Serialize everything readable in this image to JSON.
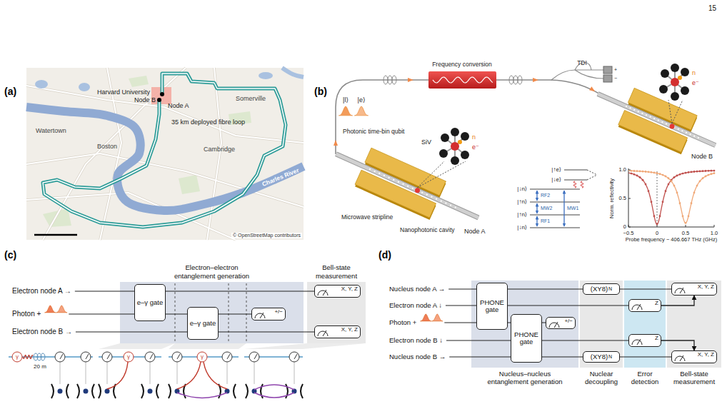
{
  "diagram": {
    "nodes": [
      {
        "text": [
          "Electron–electron entanglement generation"
        ]
      },
      {
        "text": [
          "e–γ gate"
        ],
        "in": 0
      },
      {
        "text": [
          "e–γ gate"
        ],
        "in": 0
      },
      {
        "text": [
          "+/−"
        ],
        "in": 0
      },
      {
        "text": [
          "Bell-state measurement"
        ]
      },
      {
        "text": [
          "X, Y, Z"
        ],
        "in": 4
      },
      {
        "text": [
          "X, Y, Z"
        ],
        "in": 4
      },
      {
        "text": [
          "Nucleus–nucleus entanglement generation"
        ]
      },
      {
        "text": [
          "PHONE gate"
        ],
        "in": 7
      },
      {
        "text": [
          "PHONE gate"
        ],
        "in": 7
      },
      {
        "text": [
          "+/−"
        ],
        "in": 7
      },
      {
        "text": [
          "Nuclear decoupling"
        ]
      },
      {
        "text": [
          "(XY8)",
          "N"
        ],
        "in": 11
      },
      {
        "text": [
          "(XY8)",
          "N"
        ],
        "in": 11
      },
      {
        "text": [
          "Error detection"
        ]
      },
      {
        "text": [
          "Z"
        ],
        "in": 14
      },
      {
        "text": [
          "Z"
        ],
        "in": 14
      },
      {
        "text": [
          "Bell-state measurement"
        ]
      },
      {
        "text": [
          "X, Y, Z"
        ],
        "in": 17
      },
      {
        "text": [
          "X, Y, Z"
        ],
        "in": 17
      }
    ],
    "edges": [
      {
        "from": 1,
        "to": 2,
        "arrow": "none"
      },
      {
        "from": 2,
        "to": 3,
        "arrow": "none"
      },
      {
        "from": 1,
        "to": 5,
        "arrow": "none"
      },
      {
        "from": 2,
        "to": 6,
        "arrow": "none"
      },
      {
        "from": 8,
        "to": 9,
        "arrow": "none"
      },
      {
        "from": 9,
        "to": 10,
        "arrow": "none"
      },
      {
        "from": 8,
        "to": 12,
        "arrow": "none"
      },
      {
        "from": 12,
        "to": 18,
        "arrow": "none"
      },
      {
        "from": 8,
        "to": 15,
        "arrow": "none"
      },
      {
        "from": 9,
        "to": 16,
        "arrow": "none"
      },
      {
        "from": 9,
        "to": 13,
        "arrow": "none"
      },
      {
        "from": 13,
        "to": 19,
        "arrow": "none"
      },
      {
        "from": 15,
        "to": 18,
        "arrow": "to"
      },
      {
        "from": 16,
        "to": 19,
        "arrow": "to"
      }
    ],
    "labels": [
      "15",
      "(a)",
      "Harvard University",
      "Node B",
      "Node A",
      "35 km deployed fibre loop",
      "Somerville",
      "Watertown",
      "Boston",
      "Cambridge",
      "Charles River",
      "© OpenStreetMap contributors",
      "(b)",
      "Frequency conversion",
      "TDI",
      "e⁻",
      "n",
      "|l⟩",
      "|e⟩",
      "Photonic time-bin qubit",
      "SiV",
      "e⁻",
      "n",
      "Microwave stripline",
      "Nanophotonic cavity",
      "Node A",
      "Node B",
      "|↑e⟩",
      "|↓e⟩",
      "|↓n⟩",
      "RF2",
      "|↑n⟩",
      "MW2",
      "|↑n⟩",
      "RF1",
      "|↓n⟩",
      "MW1",
      "1.0",
      "0.5",
      "0",
      "Norm. reflectivity",
      "−0.5",
      "0",
      "0.5",
      "1.0",
      "Probe frequency − 406.667 THz (GHz)",
      "(c)",
      "Electron node A →",
      "Photon +",
      "Electron node B →",
      "20 m",
      "(d)",
      "Nucleus node A →",
      "Electron node A ↓",
      "Photon +",
      "Electron node B ↓",
      "Nucleus node B →",
      "+",
      "−",
      "γ",
      "γ",
      "γ"
    ]
  }
}
